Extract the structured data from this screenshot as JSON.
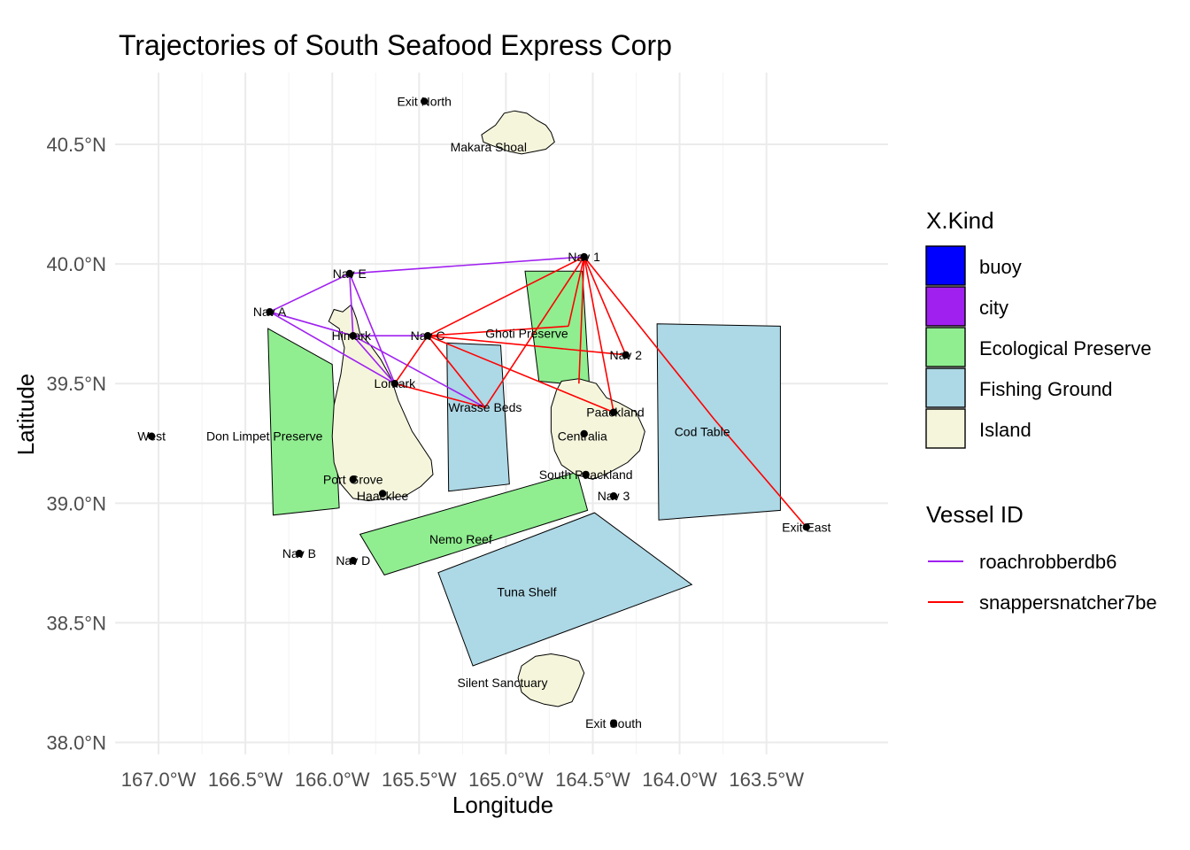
{
  "chart_data": {
    "type": "map",
    "title": "Trajectories of South Seafood Express Corp",
    "xlabel": "Longitude",
    "ylabel": "Latitude",
    "xlim": [
      -167.25,
      -162.8
    ],
    "ylim": [
      37.95,
      40.8
    ],
    "x_ticks": [
      {
        "value": -167.0,
        "label": "167.0°W"
      },
      {
        "value": -166.5,
        "label": "166.5°W"
      },
      {
        "value": -166.0,
        "label": "166.0°W"
      },
      {
        "value": -165.5,
        "label": "165.5°W"
      },
      {
        "value": -165.0,
        "label": "165.0°W"
      },
      {
        "value": -164.5,
        "label": "164.5°W"
      },
      {
        "value": -164.0,
        "label": "164.0°W"
      },
      {
        "value": -163.5,
        "label": "163.5°W"
      }
    ],
    "y_ticks": [
      {
        "value": 38.0,
        "label": "38.0°N"
      },
      {
        "value": 38.5,
        "label": "38.5°N"
      },
      {
        "value": 39.0,
        "label": "39.0°N"
      },
      {
        "value": 39.5,
        "label": "39.5°N"
      },
      {
        "value": 40.0,
        "label": "40.0°N"
      },
      {
        "value": 40.5,
        "label": "40.5°N"
      }
    ],
    "grid": true,
    "kind_colors": {
      "buoy": "#0000ff",
      "city": "#a020f0",
      "Ecological Preserve": "#90ee90",
      "Fishing Ground": "#add8e6",
      "Island": "#f5f5dc"
    },
    "regions": [
      {
        "name": "Don Limpet Preserve",
        "kind": "Ecological Preserve",
        "coords": [
          [
            -166.37,
            39.73
          ],
          [
            -166.0,
            39.58
          ],
          [
            -165.96,
            38.98
          ],
          [
            -166.34,
            38.95
          ]
        ]
      },
      {
        "name": "Ghoti Preserve",
        "kind": "Ecological Preserve",
        "coords": [
          [
            -164.89,
            39.97
          ],
          [
            -164.56,
            39.97
          ],
          [
            -164.52,
            39.49
          ],
          [
            -164.81,
            39.51
          ]
        ]
      },
      {
        "name": "Nemo Reef",
        "kind": "Ecological Preserve",
        "coords": [
          [
            -165.84,
            38.87
          ],
          [
            -164.59,
            39.13
          ],
          [
            -164.53,
            38.97
          ],
          [
            -165.7,
            38.7
          ]
        ]
      },
      {
        "name": "Wrasse Beds",
        "kind": "Fishing Ground",
        "coords": [
          [
            -165.34,
            39.67
          ],
          [
            -165.03,
            39.66
          ],
          [
            -164.98,
            39.08
          ],
          [
            -165.33,
            39.05
          ]
        ]
      },
      {
        "name": "Cod Table",
        "kind": "Fishing Ground",
        "coords": [
          [
            -164.13,
            39.75
          ],
          [
            -163.42,
            39.74
          ],
          [
            -163.42,
            38.97
          ],
          [
            -164.12,
            38.93
          ]
        ]
      },
      {
        "name": "Tuna Shelf",
        "kind": "Fishing Ground",
        "coords": [
          [
            -165.39,
            38.71
          ],
          [
            -164.49,
            38.96
          ],
          [
            -163.93,
            38.66
          ],
          [
            -165.19,
            38.32
          ]
        ]
      },
      {
        "name": "Makara Shoal",
        "kind": "Island",
        "coords": [
          [
            -165.14,
            40.54
          ],
          [
            -165.06,
            40.58
          ],
          [
            -165.01,
            40.63
          ],
          [
            -164.95,
            40.64
          ],
          [
            -164.88,
            40.63
          ],
          [
            -164.82,
            40.6
          ],
          [
            -164.77,
            40.58
          ],
          [
            -164.74,
            40.55
          ],
          [
            -164.72,
            40.51
          ],
          [
            -164.77,
            40.48
          ],
          [
            -164.84,
            40.47
          ],
          [
            -164.91,
            40.46
          ],
          [
            -164.98,
            40.47
          ],
          [
            -165.06,
            40.49
          ],
          [
            -165.13,
            40.51
          ]
        ]
      },
      {
        "name": "Lomark",
        "kind": "Island",
        "coords": [
          [
            -165.94,
            39.8
          ],
          [
            -165.89,
            39.83
          ],
          [
            -165.86,
            39.77
          ],
          [
            -165.84,
            39.71
          ],
          [
            -165.78,
            39.66
          ],
          [
            -165.72,
            39.6
          ],
          [
            -165.66,
            39.52
          ],
          [
            -165.62,
            39.43
          ],
          [
            -165.54,
            39.3
          ],
          [
            -165.43,
            39.18
          ],
          [
            -165.42,
            39.12
          ],
          [
            -165.49,
            39.07
          ],
          [
            -165.58,
            39.03
          ],
          [
            -165.69,
            39.02
          ],
          [
            -165.79,
            39.01
          ],
          [
            -165.88,
            39.02
          ],
          [
            -165.95,
            39.08
          ],
          [
            -165.99,
            39.17
          ],
          [
            -166.0,
            39.28
          ],
          [
            -165.99,
            39.41
          ],
          [
            -165.95,
            39.54
          ],
          [
            -165.93,
            39.65
          ],
          [
            -165.96,
            39.73
          ],
          [
            -166.02,
            39.76
          ],
          [
            -165.99,
            39.81
          ]
        ]
      },
      {
        "name": "Paackland",
        "kind": "Island",
        "coords": [
          [
            -164.68,
            39.51
          ],
          [
            -164.58,
            39.52
          ],
          [
            -164.48,
            39.5
          ],
          [
            -164.42,
            39.44
          ],
          [
            -164.35,
            39.42
          ],
          [
            -164.25,
            39.38
          ],
          [
            -164.2,
            39.3
          ],
          [
            -164.23,
            39.22
          ],
          [
            -164.3,
            39.17
          ],
          [
            -164.4,
            39.13
          ],
          [
            -164.5,
            39.1
          ],
          [
            -164.6,
            39.12
          ],
          [
            -164.68,
            39.16
          ],
          [
            -164.72,
            39.22
          ],
          [
            -164.74,
            39.3
          ],
          [
            -164.74,
            39.4
          ],
          [
            -164.71,
            39.47
          ]
        ]
      },
      {
        "name": "Silent Sanctuary",
        "kind": "Island",
        "coords": [
          [
            -164.91,
            38.32
          ],
          [
            -164.83,
            38.36
          ],
          [
            -164.74,
            38.37
          ],
          [
            -164.66,
            38.36
          ],
          [
            -164.58,
            38.34
          ],
          [
            -164.55,
            38.29
          ],
          [
            -164.58,
            38.23
          ],
          [
            -164.62,
            38.17
          ],
          [
            -164.7,
            38.15
          ],
          [
            -164.78,
            38.16
          ],
          [
            -164.86,
            38.18
          ],
          [
            -164.91,
            38.21
          ],
          [
            -164.93,
            38.27
          ]
        ]
      }
    ],
    "places": [
      {
        "name": "Exit North",
        "lon": -165.47,
        "lat": 40.68
      },
      {
        "name": "Makara Shoal",
        "lon": -165.1,
        "lat": 40.49
      },
      {
        "name": "Nav 1",
        "lon": -164.55,
        "lat": 40.03
      },
      {
        "name": "Nav E",
        "lon": -165.9,
        "lat": 39.96
      },
      {
        "name": "Nav A",
        "lon": -166.36,
        "lat": 39.8
      },
      {
        "name": "Himark",
        "lon": -165.89,
        "lat": 39.7
      },
      {
        "name": "Nav C",
        "lon": -165.45,
        "lat": 39.7
      },
      {
        "name": "Ghoti Preserve",
        "lon": -164.88,
        "lat": 39.71
      },
      {
        "name": "Nav 2",
        "lon": -164.31,
        "lat": 39.62
      },
      {
        "name": "Lomark",
        "lon": -165.64,
        "lat": 39.5
      },
      {
        "name": "Wrasse Beds",
        "lon": -165.12,
        "lat": 39.4
      },
      {
        "name": "Paackland",
        "lon": -164.37,
        "lat": 39.38
      },
      {
        "name": "Cod Table",
        "lon": -163.87,
        "lat": 39.3
      },
      {
        "name": "West",
        "lon": -167.04,
        "lat": 39.28
      },
      {
        "name": "Don Limpet Preserve",
        "lon": -166.39,
        "lat": 39.28
      },
      {
        "name": "Centralia",
        "lon": -164.56,
        "lat": 39.28
      },
      {
        "name": "Port Grove",
        "lon": -165.88,
        "lat": 39.1
      },
      {
        "name": "South Paackland",
        "lon": -164.54,
        "lat": 39.12
      },
      {
        "name": "Haacklee",
        "lon": -165.71,
        "lat": 39.03
      },
      {
        "name": "Nav 3",
        "lon": -164.38,
        "lat": 39.03
      },
      {
        "name": "Exit East",
        "lon": -163.27,
        "lat": 38.9
      },
      {
        "name": "Nemo Reef",
        "lon": -165.26,
        "lat": 38.85
      },
      {
        "name": "Nav B",
        "lon": -166.19,
        "lat": 38.79
      },
      {
        "name": "Nav D",
        "lon": -165.88,
        "lat": 38.76
      },
      {
        "name": "Tuna Shelf",
        "lon": -164.88,
        "lat": 38.63
      },
      {
        "name": "Silent Sanctuary",
        "lon": -165.02,
        "lat": 38.25
      },
      {
        "name": "Exit South",
        "lon": -164.38,
        "lat": 38.08
      }
    ],
    "points": [
      {
        "lon": -165.47,
        "lat": 40.68
      },
      {
        "lon": -164.55,
        "lat": 40.03
      },
      {
        "lon": -165.9,
        "lat": 39.96
      },
      {
        "lon": -166.36,
        "lat": 39.8
      },
      {
        "lon": -165.88,
        "lat": 39.7
      },
      {
        "lon": -165.45,
        "lat": 39.7
      },
      {
        "lon": -164.31,
        "lat": 39.62
      },
      {
        "lon": -165.64,
        "lat": 39.5
      },
      {
        "lon": -164.38,
        "lat": 39.38
      },
      {
        "lon": -167.04,
        "lat": 39.28
      },
      {
        "lon": -164.55,
        "lat": 39.29
      },
      {
        "lon": -165.88,
        "lat": 39.1
      },
      {
        "lon": -164.54,
        "lat": 39.12
      },
      {
        "lon": -165.71,
        "lat": 39.04
      },
      {
        "lon": -164.38,
        "lat": 39.03
      },
      {
        "lon": -163.27,
        "lat": 38.9
      },
      {
        "lon": -166.19,
        "lat": 38.79
      },
      {
        "lon": -165.88,
        "lat": 38.76
      },
      {
        "lon": -164.38,
        "lat": 38.08
      }
    ],
    "series": [
      {
        "name": "roachrobberdb6",
        "color": "#a020f0",
        "segments": [
          [
            [
              -166.36,
              39.8
            ],
            [
              -165.9,
              39.96
            ]
          ],
          [
            [
              -165.9,
              39.96
            ],
            [
              -164.55,
              40.03
            ]
          ],
          [
            [
              -166.36,
              39.8
            ],
            [
              -165.88,
              39.7
            ]
          ],
          [
            [
              -165.9,
              39.96
            ],
            [
              -165.88,
              39.7
            ]
          ],
          [
            [
              -165.88,
              39.7
            ],
            [
              -165.45,
              39.7
            ]
          ],
          [
            [
              -165.88,
              39.7
            ],
            [
              -165.64,
              39.5
            ]
          ],
          [
            [
              -165.9,
              39.96
            ],
            [
              -165.64,
              39.5
            ]
          ],
          [
            [
              -166.36,
              39.8
            ],
            [
              -165.64,
              39.5
            ]
          ],
          [
            [
              -165.88,
              39.7
            ],
            [
              -165.12,
              39.4
            ]
          ]
        ]
      },
      {
        "name": "snappersnatcher7be",
        "color": "#ff0000",
        "segments": [
          [
            [
              -164.55,
              40.03
            ],
            [
              -165.45,
              39.7
            ]
          ],
          [
            [
              -164.55,
              40.03
            ],
            [
              -164.31,
              39.62
            ]
          ],
          [
            [
              -164.55,
              40.03
            ],
            [
              -164.38,
              39.38
            ]
          ],
          [
            [
              -164.55,
              40.03
            ],
            [
              -164.64,
              39.74
            ]
          ],
          [
            [
              -164.64,
              39.74
            ],
            [
              -165.45,
              39.7
            ]
          ],
          [
            [
              -164.55,
              40.03
            ],
            [
              -165.12,
              39.4
            ]
          ],
          [
            [
              -165.45,
              39.7
            ],
            [
              -164.31,
              39.62
            ]
          ],
          [
            [
              -165.45,
              39.7
            ],
            [
              -164.38,
              39.38
            ]
          ],
          [
            [
              -165.45,
              39.7
            ],
            [
              -165.12,
              39.4
            ]
          ],
          [
            [
              -165.45,
              39.7
            ],
            [
              -165.64,
              39.5
            ]
          ],
          [
            [
              -165.64,
              39.5
            ],
            [
              -165.12,
              39.4
            ]
          ],
          [
            [
              -164.55,
              40.03
            ],
            [
              -164.58,
              39.5
            ]
          ],
          [
            [
              -164.55,
              40.03
            ],
            [
              -163.8,
              39.35
            ]
          ],
          [
            [
              -163.8,
              39.35
            ],
            [
              -163.27,
              38.9
            ]
          ]
        ]
      }
    ],
    "legend": {
      "kind_title": "X.Kind",
      "kinds": [
        "buoy",
        "city",
        "Ecological Preserve",
        "Fishing Ground",
        "Island"
      ],
      "vessel_title": "Vessel ID",
      "vessels": [
        "roachrobberdb6",
        "snappersnatcher7be"
      ],
      "placement": "right"
    }
  }
}
